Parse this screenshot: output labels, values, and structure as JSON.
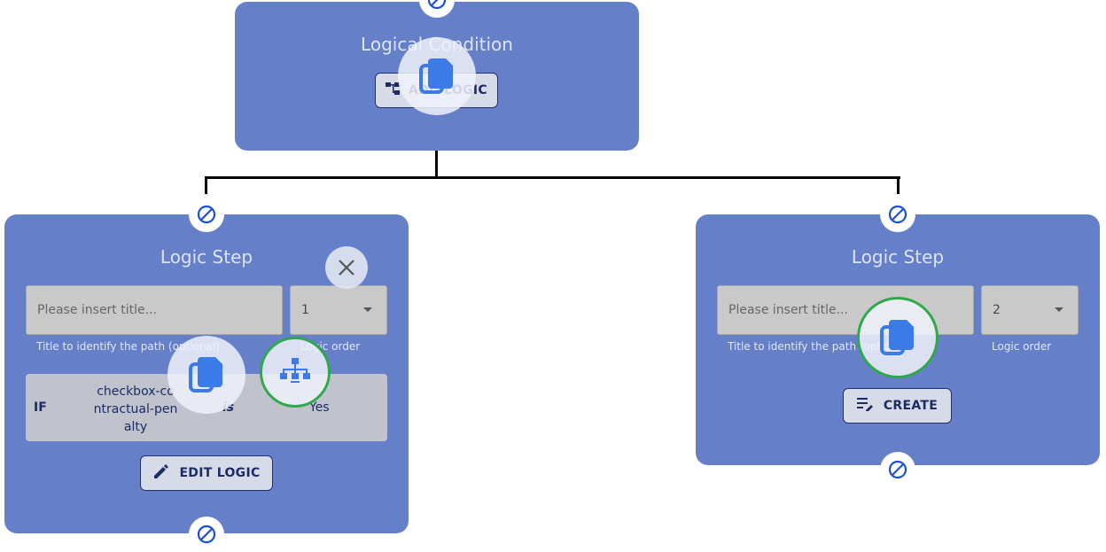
{
  "logical_condition": {
    "title": "Logical Condition",
    "add_logic_label": "ADD LOGIC"
  },
  "logic_step_1": {
    "title": "Logic Step",
    "title_placeholder": "Please insert title...",
    "order_value": "1",
    "title_caption": "Title to identify the path (optional)",
    "order_caption": "Logic order",
    "condition": {
      "if_label": "IF",
      "field": "checkbox-contractual-penalty",
      "operator": "is",
      "value": "Yes"
    },
    "edit_logic_label": "EDIT LOGIC"
  },
  "logic_step_2": {
    "title": "Logic Step",
    "title_placeholder": "Please insert title...",
    "order_value": "2",
    "title_caption": "Title to identify the path (optional)",
    "order_caption": "Logic order",
    "create_label": "CREATE"
  },
  "colors": {
    "card": "#6580c9",
    "button_text": "#1c2b63",
    "accent_blue": "#3b7be8",
    "highlight_green": "#2ea84a"
  },
  "icons": [
    "ban-icon",
    "copy-icon",
    "close-icon",
    "sitemap-icon",
    "pencil-icon",
    "edit-list-icon",
    "tree-icon"
  ]
}
